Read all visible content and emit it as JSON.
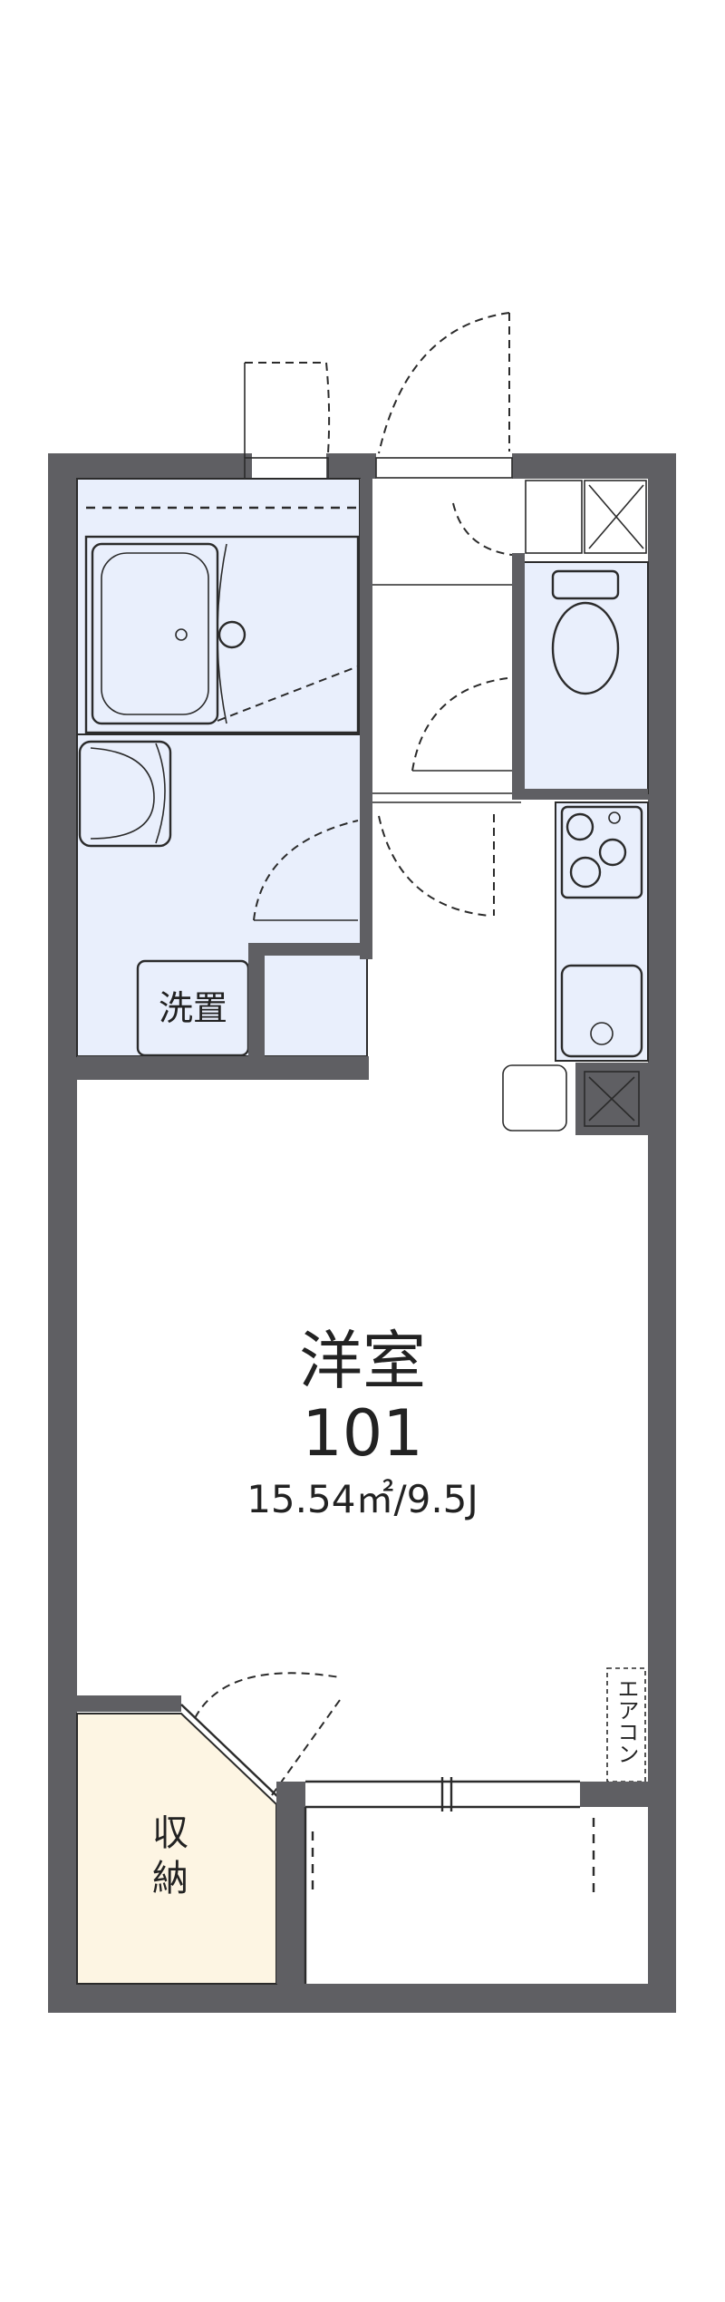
{
  "rooms": {
    "western_room": {
      "label": "洋室",
      "number": "101",
      "area": "15.54㎡/9.5J"
    },
    "washer_space": {
      "label": "洗置"
    },
    "storage": {
      "line1": "収",
      "line2": "納"
    },
    "aircon": {
      "label": "エアコン"
    }
  },
  "colors": {
    "wall": "#5f5f63",
    "wet_area": "#e9effc",
    "storage": "#fdf5e3",
    "line": "#2b2b2b"
  }
}
